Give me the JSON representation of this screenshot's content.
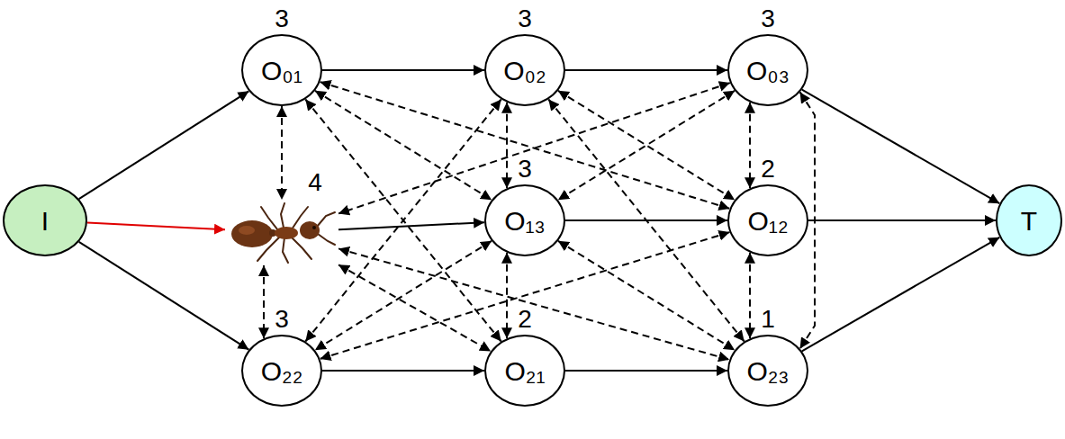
{
  "diagram": {
    "nodes": [
      {
        "text": [
          "I"
        ]
      },
      {
        "text": [
          "3",
          "O₀₁"
        ]
      },
      {
        "text": [
          "3",
          "O₀₂"
        ]
      },
      {
        "text": [
          "3",
          "O₀₃"
        ]
      },
      {
        "text": [
          "4"
        ]
      },
      {
        "text": [
          "3",
          "O₁₃"
        ]
      },
      {
        "text": [
          "2",
          "O₁₂"
        ]
      },
      {
        "text": [
          "T"
        ]
      },
      {
        "text": [
          "3",
          "O₂₂"
        ]
      },
      {
        "text": [
          "2",
          "O₂₁"
        ]
      },
      {
        "text": [
          "1",
          "O₂₃"
        ]
      }
    ],
    "edges": [
      {
        "from": 0,
        "to": 1,
        "arrow": "to"
      },
      {
        "from": 0,
        "to": 4,
        "arrow": "to"
      },
      {
        "from": 0,
        "to": 8,
        "arrow": "to"
      },
      {
        "from": 1,
        "to": 2,
        "arrow": "to"
      },
      {
        "from": 2,
        "to": 3,
        "arrow": "to"
      },
      {
        "from": 3,
        "to": 7,
        "arrow": "to"
      },
      {
        "from": 4,
        "to": 5,
        "arrow": "to"
      },
      {
        "from": 5,
        "to": 6,
        "arrow": "to"
      },
      {
        "from": 6,
        "to": 7,
        "arrow": "to"
      },
      {
        "from": 8,
        "to": 9,
        "arrow": "to"
      },
      {
        "from": 9,
        "to": 10,
        "arrow": "to"
      },
      {
        "from": 10,
        "to": 7,
        "arrow": "to"
      },
      {
        "from": 1,
        "to": 4,
        "arrow": "both"
      },
      {
        "from": 4,
        "to": 8,
        "arrow": "both"
      },
      {
        "from": 1,
        "to": 5,
        "arrow": "both"
      },
      {
        "from": 1,
        "to": 6,
        "arrow": "both"
      },
      {
        "from": 1,
        "to": 9,
        "arrow": "both"
      },
      {
        "from": 2,
        "to": 5,
        "arrow": "both"
      },
      {
        "from": 2,
        "to": 8,
        "arrow": "both"
      },
      {
        "from": 2,
        "to": 6,
        "arrow": "both"
      },
      {
        "from": 2,
        "to": 10,
        "arrow": "both"
      },
      {
        "from": 3,
        "to": 4,
        "arrow": "both"
      },
      {
        "from": 3,
        "to": 5,
        "arrow": "both"
      },
      {
        "from": 3,
        "to": 6,
        "arrow": "both"
      },
      {
        "from": 3,
        "to": 10,
        "arrow": "both"
      },
      {
        "from": 4,
        "to": 9,
        "arrow": "both"
      },
      {
        "from": 4,
        "to": 10,
        "arrow": "both"
      },
      {
        "from": 5,
        "to": 8,
        "arrow": "both"
      },
      {
        "from": 5,
        "to": 9,
        "arrow": "both"
      },
      {
        "from": 5,
        "to": 10,
        "arrow": "both"
      },
      {
        "from": 6,
        "to": 8,
        "arrow": "both"
      },
      {
        "from": 6,
        "to": 10,
        "arrow": "both"
      }
    ]
  }
}
